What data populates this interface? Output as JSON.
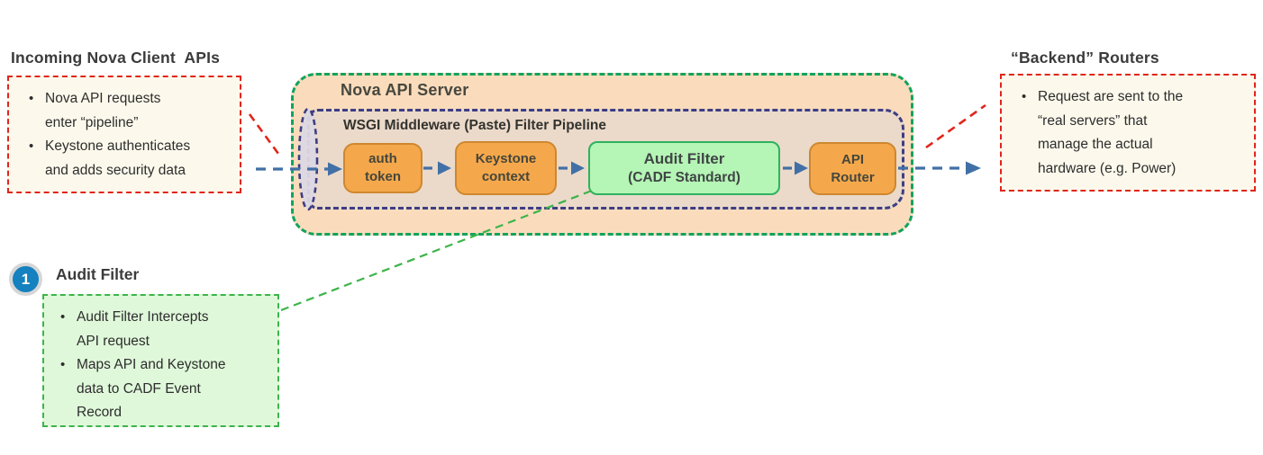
{
  "diagram": {
    "left_note": {
      "title": "Incoming Nova Client  APIs",
      "bullets": [
        "Nova API requests\nenter “pipeline”",
        "Keystone authenticates\nand adds security data"
      ]
    },
    "server": {
      "title": "Nova API Server",
      "pipeline": {
        "title": "WSGI Middleware (Paste) Filter Pipeline",
        "stages": [
          {
            "name": "auth-token",
            "line1": "auth",
            "line2": "token",
            "style": "orange"
          },
          {
            "name": "keystone-context",
            "line1": "Keystone",
            "line2": "context",
            "style": "orange"
          },
          {
            "name": "audit-filter",
            "line1": "Audit Filter",
            "line2": "(CADF Standard)",
            "style": "green"
          },
          {
            "name": "api-router",
            "line1": "API",
            "line2": "Router",
            "style": "orange"
          }
        ]
      }
    },
    "right_note": {
      "title": "“Backend” Routers",
      "bullets": [
        "Request are sent to the\n“real servers” that\nmanage the actual\nhardware (e.g. Power)"
      ]
    },
    "callout": {
      "badge": "1",
      "title": "Audit Filter",
      "bullets": [
        "Audit Filter Intercepts\nAPI request",
        "Maps API and Keystone\ndata to CADF Event\nRecord"
      ]
    },
    "colors": {
      "flow_arrow_blue": "#4170a6",
      "note_border_red": "#e0251b",
      "note_fill_cream": "#fcf9ec",
      "server_border_green": "#10a35e",
      "server_fill_peach": "#fadcbc",
      "pipeline_border_purple": "#3e3e82",
      "pipeline_fill_tan": "#ebdaca",
      "stage_orange_fill": "#f5a84b",
      "stage_orange_border": "#ce872f",
      "audit_green_fill": "#b5f5b5",
      "audit_green_border": "#2fb25f",
      "callout_fill_green": "#dff8da",
      "callout_border_green": "#3cb44a",
      "badge_blue": "#1581be"
    }
  }
}
